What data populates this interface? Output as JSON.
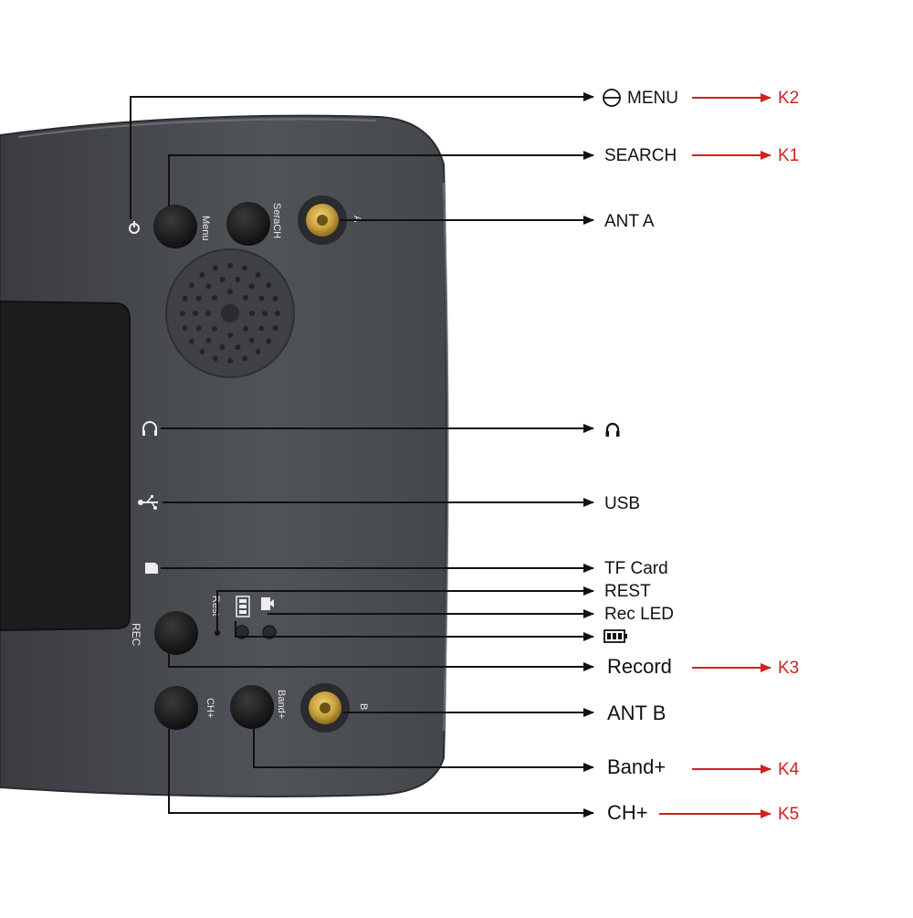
{
  "device": {
    "silkscreen": {
      "menu": "Menu",
      "search": "SeraCH",
      "antenna_a_mark": "A",
      "antenna_b_mark": "B",
      "rest": "Rest",
      "rec": "REC",
      "ch_plus": "CH+",
      "band_plus": "Band+"
    }
  },
  "callouts": [
    {
      "id": "menu",
      "label": "MENU",
      "icon": "power-icon",
      "key": "K2"
    },
    {
      "id": "search",
      "label": "SEARCH",
      "key": "K1"
    },
    {
      "id": "ant-a",
      "label": "ANT A"
    },
    {
      "id": "headphone",
      "label": "",
      "icon": "headphone-icon"
    },
    {
      "id": "usb",
      "label": "USB"
    },
    {
      "id": "tf-card",
      "label": "TF Card"
    },
    {
      "id": "rest",
      "label": "REST"
    },
    {
      "id": "rec-led",
      "label": "Rec LED"
    },
    {
      "id": "battery",
      "label": "",
      "icon": "battery-icon"
    },
    {
      "id": "record",
      "label": "Record",
      "key": "K3"
    },
    {
      "id": "ant-b",
      "label": "ANT B"
    },
    {
      "id": "band-plus",
      "label": "Band+",
      "key": "K4"
    },
    {
      "id": "ch-plus",
      "label": "CH+",
      "key": "K5"
    }
  ],
  "colors": {
    "device_body": "#4a4d52",
    "key_arrow": "#d42020",
    "leader_line": "#111111"
  }
}
